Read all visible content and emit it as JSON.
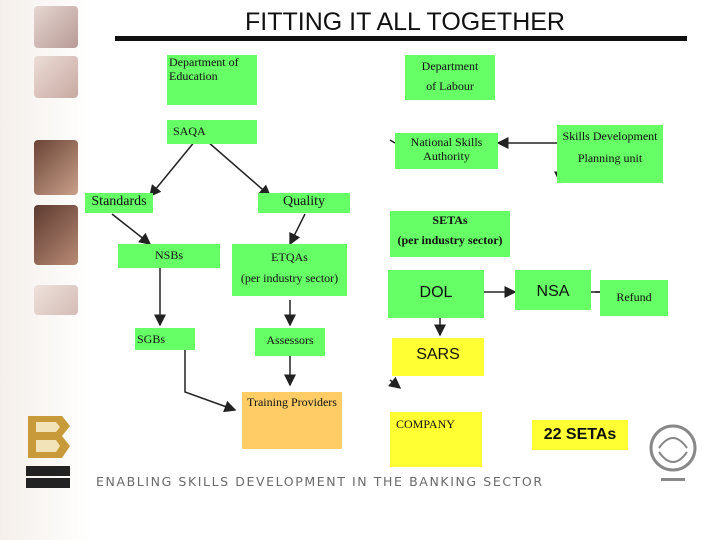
{
  "title": "FITTING IT ALL TOGETHER",
  "nodes": {
    "doe": "Department of Education",
    "dol_dept_1": "Department",
    "dol_dept_2": "of Labour",
    "saqa": "SAQA",
    "nsa": "National Skills Authority",
    "sdpu_1": "Skills Development",
    "sdpu_2": "Planning unit",
    "standards": "Standards",
    "quality": "Quality",
    "setas_1": "SETAs",
    "setas_2": "(per industry sector)",
    "nsbs": "NSBs",
    "etqas_1": "ETQAs",
    "etqas_2": "(per industry sector)",
    "dol": "DOL",
    "nsa_short": "NSA",
    "refund": "Refund",
    "sgbs": "SGBs",
    "assessors": "Assessors",
    "sars": "SARS",
    "training_providers": "Training Providers",
    "company": "COMPANY",
    "setas_22": "22 SETAs"
  },
  "footer": "ENABLING SKILLS DEVELOPMENT IN THE BANKING SECTOR",
  "colors": {
    "green": "#66ff66",
    "yellow": "#ffff33",
    "orange": "#ffcc66"
  }
}
